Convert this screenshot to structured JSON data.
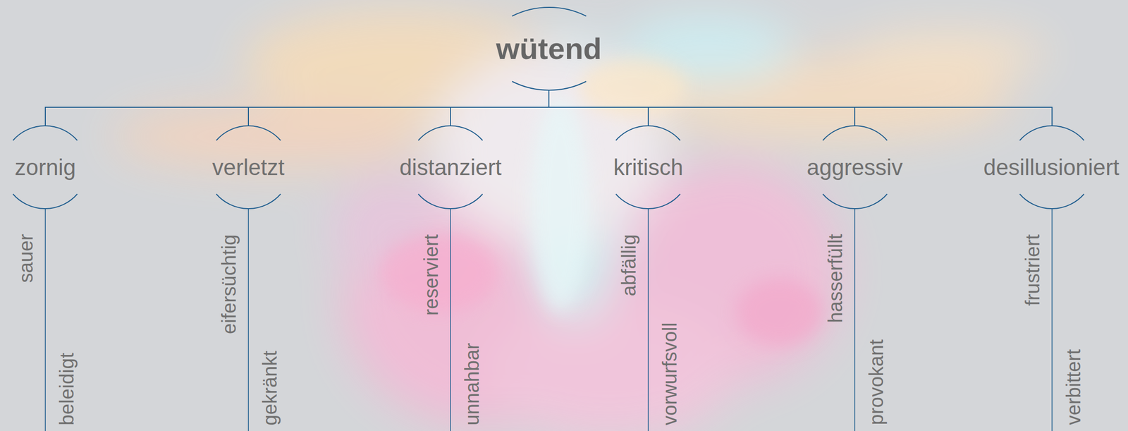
{
  "diagram": {
    "nodes": [
      {
        "text": [
          "wütend"
        ]
      },
      {
        "text": [
          "zornig"
        ]
      },
      {
        "text": [
          "verletzt"
        ]
      },
      {
        "text": [
          "distanziert"
        ]
      },
      {
        "text": [
          "kritisch"
        ]
      },
      {
        "text": [
          "aggressiv"
        ]
      },
      {
        "text": [
          "desillusioniert"
        ]
      }
    ],
    "edges": [
      {
        "from": 0,
        "to": 1,
        "arrow": "none"
      },
      {
        "from": 0,
        "to": 2,
        "arrow": "none"
      },
      {
        "from": 0,
        "to": 3,
        "arrow": "none"
      },
      {
        "from": 0,
        "to": 4,
        "arrow": "none"
      },
      {
        "from": 0,
        "to": 5,
        "arrow": "none"
      },
      {
        "from": 0,
        "to": 6,
        "arrow": "none"
      }
    ],
    "labels": [
      "sauer",
      "beleidigt",
      "eifersüchtig",
      "gekränkt",
      "reserviert",
      "unnahbar",
      "abfällig",
      "vorwurfsvoll",
      "hasserfüllt",
      "provokant",
      "frustriert",
      "verbittert"
    ]
  }
}
